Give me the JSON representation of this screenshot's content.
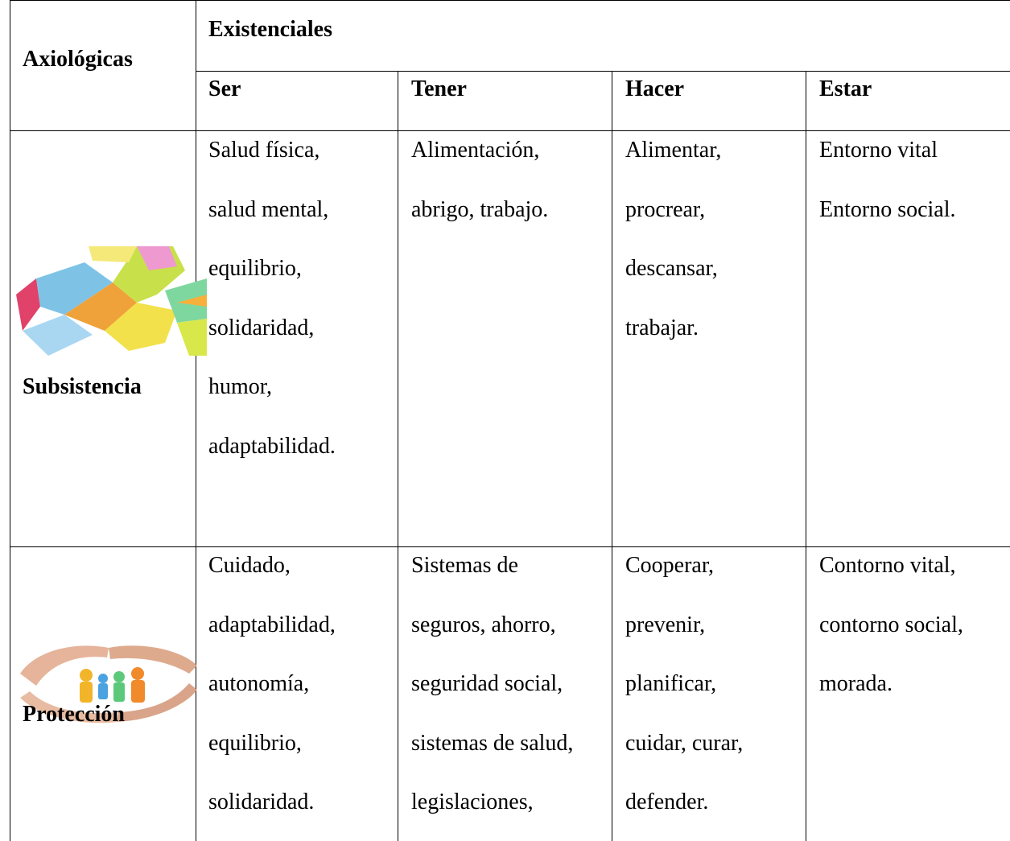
{
  "table": {
    "corner_label": "Axiológicas",
    "group_label": "Existenciales",
    "columns": [
      "Ser",
      "Tener",
      "Hacer",
      "Estar"
    ],
    "rows": [
      {
        "label": "Subsistencia",
        "cells": [
          [
            "Salud física,",
            "salud mental,",
            "equilibrio,",
            "solidaridad,",
            "humor,",
            "adaptabilidad."
          ],
          [
            "Alimentación,",
            "abrigo, trabajo."
          ],
          [
            "Alimentar,",
            "procrear,",
            "descansar,",
            "trabajar."
          ],
          [
            "Entorno vital",
            "Entorno social."
          ]
        ]
      },
      {
        "label": "Protección",
        "cells": [
          [
            "Cuidado,",
            "adaptabilidad,",
            "autonomía,",
            "equilibrio,",
            "solidaridad."
          ],
          [
            "Sistemas de",
            "seguros, ahorro,",
            "seguridad social,",
            "sistemas de salud,",
            "legislaciones,"
          ],
          [
            "Cooperar,",
            "prevenir,",
            "planificar,",
            "cuidar, curar,",
            "defender."
          ],
          [
            "Contorno vital,",
            "contorno social,",
            "morada."
          ]
        ]
      }
    ]
  },
  "icons": [
    "colorful-hands-icon",
    "protective-hands-family-icon"
  ]
}
